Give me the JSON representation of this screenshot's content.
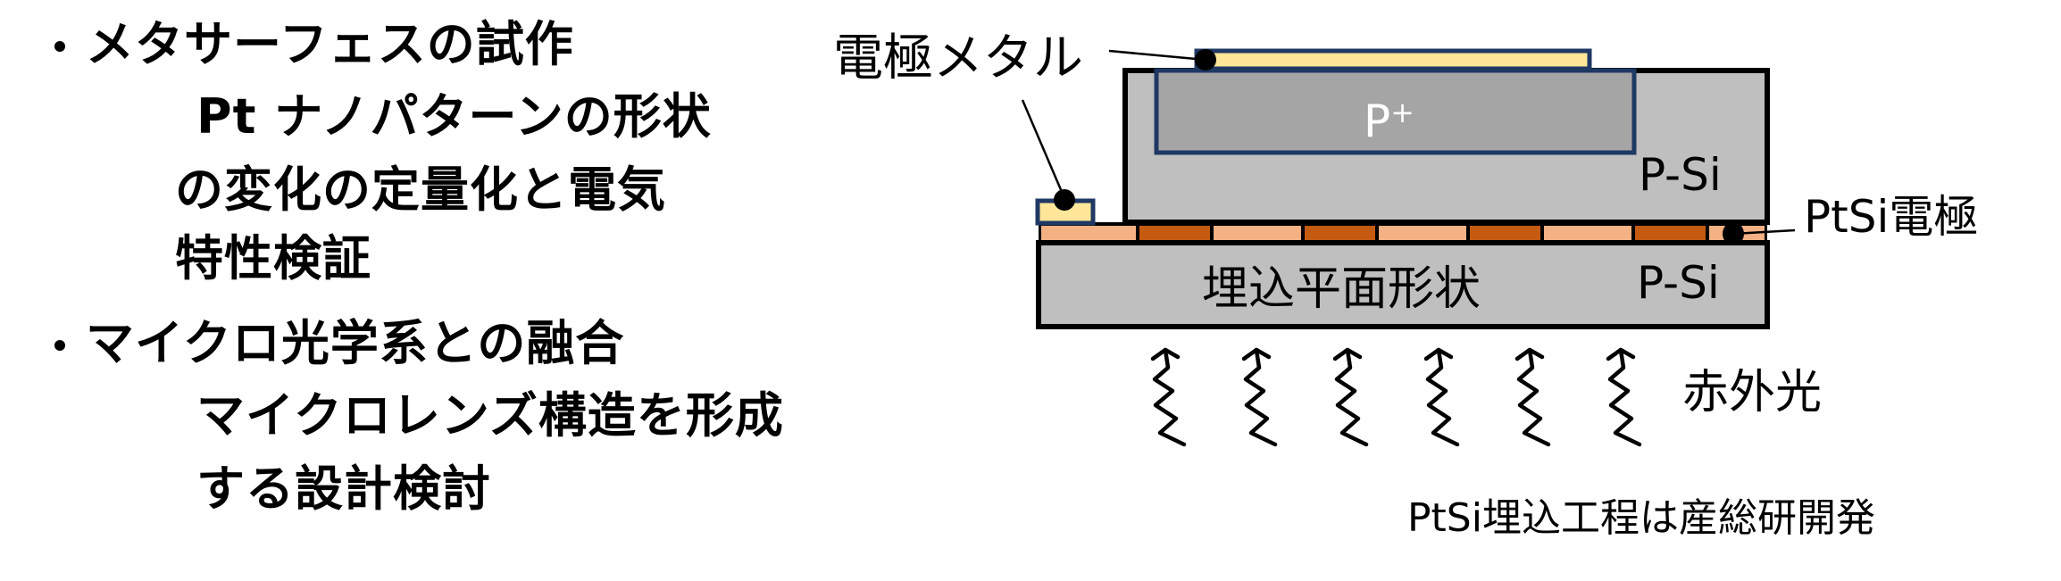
{
  "slide": {
    "bullets": [
      {
        "heading": "メタサーフェスの試作",
        "details": [
          "Pt ナノパターンの形状",
          "の変化の定量化と電気",
          "特性検証"
        ]
      },
      {
        "heading": "マイクロ光学系との融合",
        "details": [
          "マイクロレンズ構造を形成",
          "する設計検討"
        ]
      }
    ]
  },
  "diagram": {
    "labels": {
      "electrode_metal": "電極メタル",
      "p_plus": "P+",
      "p_plus_base": "P",
      "p_plus_sup": "+",
      "p_si_upper": "P-Si",
      "p_si_lower": "P-Si",
      "ptsi_electrode": "PtSi電極",
      "embedded_shape": "埋込平面形状",
      "infrared": "赤外光",
      "caption": "PtSi埋込工程は産総研開発"
    },
    "colors": {
      "metal_fill": "#FFE699",
      "metal_border": "#1F3864",
      "si_gray": "#BFBFBF",
      "p_plus_gray": "#A5A5A5",
      "ptsi_light": "#F4B183",
      "ptsi_dark": "#C55A11",
      "outline": "#000000"
    },
    "ptsi_segments": [
      "light",
      "dark",
      "light",
      "dark",
      "light",
      "dark",
      "light",
      "dark",
      "light"
    ],
    "infrared_arrow_count": 6
  }
}
